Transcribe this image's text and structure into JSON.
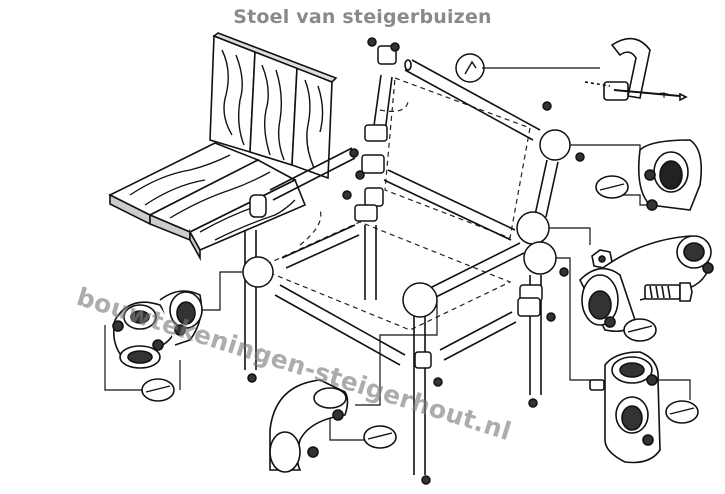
{
  "title": "Stoel van steigerbuizen",
  "watermark": "bouwtekeningen-steigerhout.nl",
  "parts": {
    "seat_boards": "seat-planks",
    "back_boards": "backrest-planks",
    "tubes": "scaffold-tubes",
    "clamps": "tube-clamps",
    "bolt": "bolt-with-screw"
  }
}
